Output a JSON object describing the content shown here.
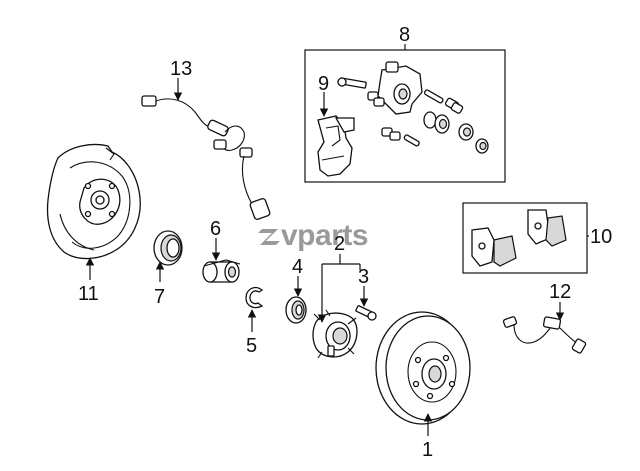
{
  "diagram": {
    "watermark": "vparts",
    "callouts": {
      "c1": "1",
      "c2": "2",
      "c3": "3",
      "c4": "4",
      "c5": "5",
      "c6": "6",
      "c7": "7",
      "c8": "8",
      "c9": "9",
      "c10": "10",
      "c11": "11",
      "c12": "12",
      "c13": "13"
    }
  }
}
